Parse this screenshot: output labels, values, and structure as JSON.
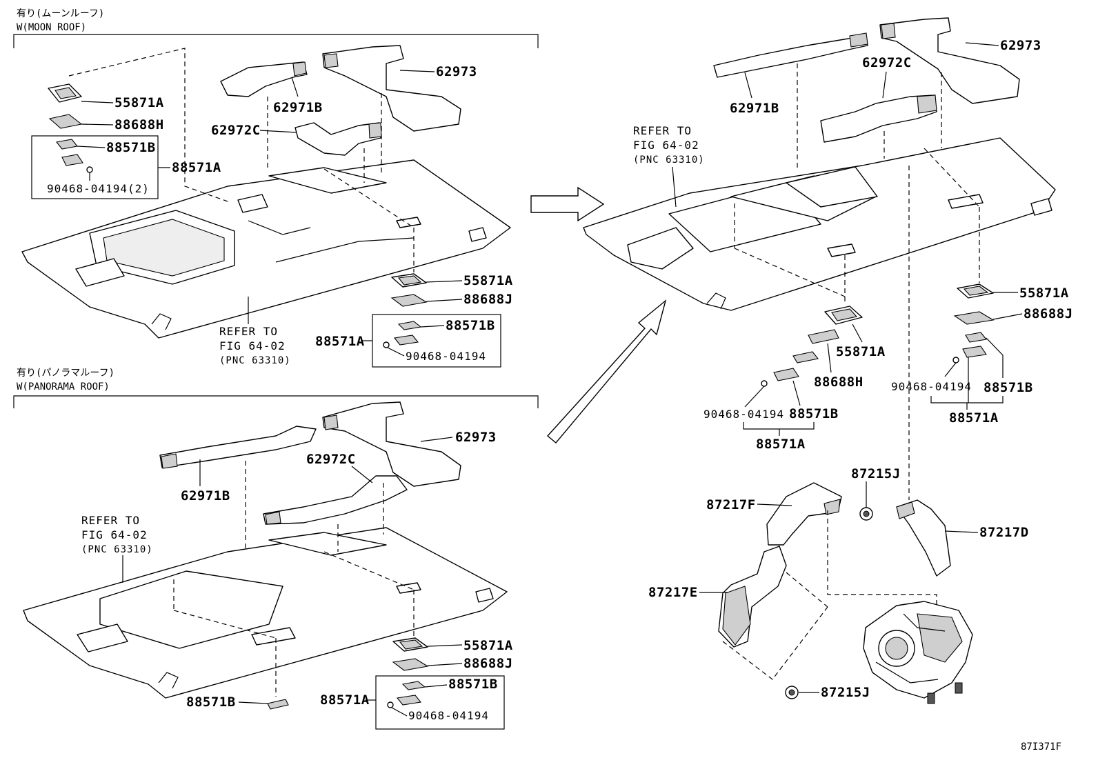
{
  "sections": {
    "moon_roof": {
      "jp": "有り(ムーンルーフ)",
      "en": "W(MOON ROOF)"
    },
    "panorama_roof": {
      "jp": "有り(パノラマルーフ)",
      "en": "W(PANORAMA ROOF)"
    }
  },
  "refer": {
    "line1": "REFER TO",
    "line2": "FIG 64-02",
    "line3": "(PNC 63310)"
  },
  "moon_labels": {
    "p62973": "62973",
    "p62971B": "62971B",
    "p62972C": "62972C",
    "p55871A_top": "55871A",
    "p88688H": "88688H",
    "p88571B_top": "88571B",
    "p88571A_top": "88571A",
    "p90468_top": "90468-04194(2)",
    "p55871A_r": "55871A",
    "p88688J": "88688J",
    "p88571B_r": "88571B",
    "p88571A_r": "88571A",
    "p90468_r": "90468-04194"
  },
  "pano_labels": {
    "p62973": "62973",
    "p62972C": "62972C",
    "p62971B": "62971B",
    "p55871A": "55871A",
    "p88688J": "88688J",
    "p88571B_r": "88571B",
    "p88571A": "88571A",
    "p90468": "90468-04194",
    "p88571B_l": "88571B"
  },
  "right_labels": {
    "p62973": "62973",
    "p62972C": "62972C",
    "p62971B": "62971B",
    "p55871A_r": "55871A",
    "p88688J": "88688J",
    "p90468_r": "90468-04194",
    "p88571B_r": "88571B",
    "p88571A_r": "88571A",
    "p55871A_m": "55871A",
    "p88688H": "88688H",
    "p90468_m": "90468-04194",
    "p88571B_m": "88571B",
    "p88571A_m": "88571A",
    "p87215J_top": "87215J",
    "p87217F": "87217F",
    "p87217D": "87217D",
    "p87217E": "87217E",
    "p87215J_bot": "87215J"
  },
  "figure_id": "87I371F"
}
